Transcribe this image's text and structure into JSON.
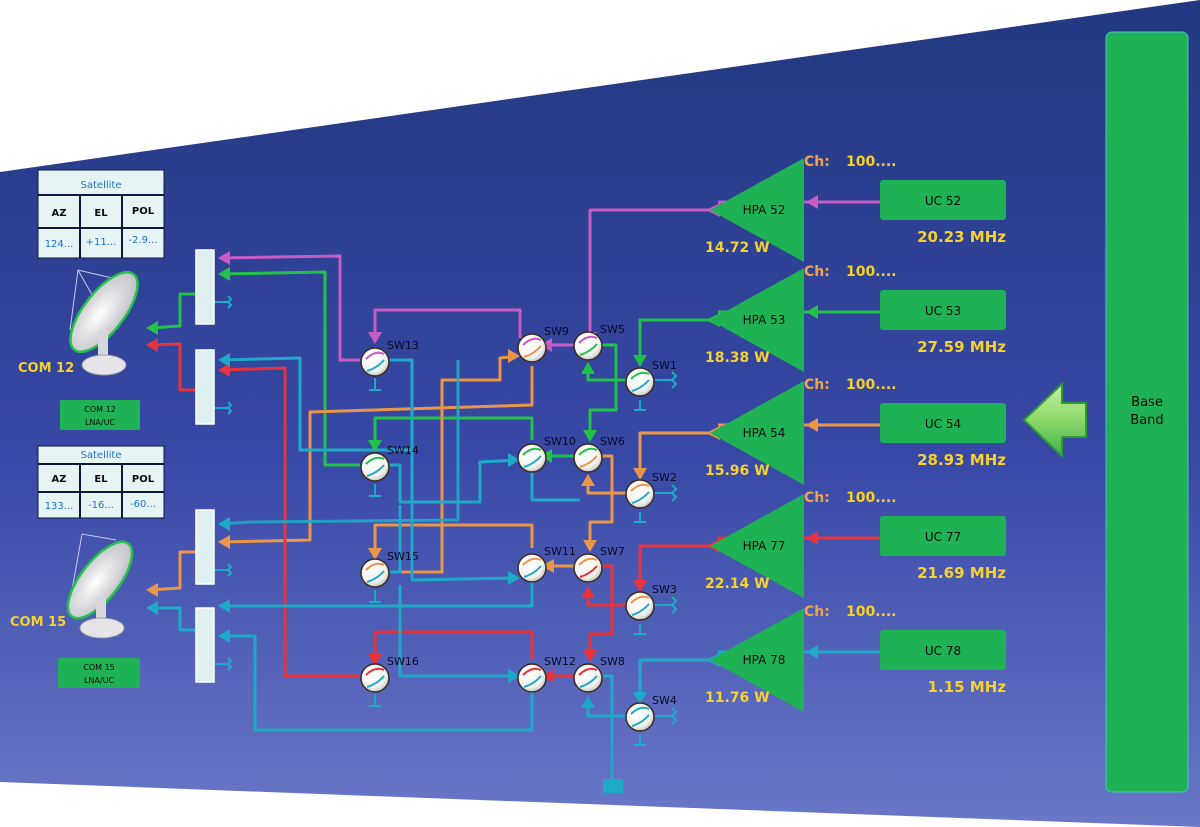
{
  "colors": {
    "panel_top": "#243a82",
    "panel_bottom": "#6470c2",
    "green": "#1fb254",
    "yellow": "#f5d22e",
    "orange_text": "#f5a340",
    "magenta": "#c65cc4",
    "line_green": "#22c24a",
    "line_orange": "#e9964a",
    "line_red": "#e8333b",
    "line_cyan": "#1eaac7"
  },
  "stations": [
    {
      "name": "COM 12",
      "table_title": "Satellite",
      "headers": [
        "AZ",
        "EL",
        "POL"
      ],
      "values": [
        "124...",
        "+11...",
        "-2.9..."
      ],
      "status_line1": "COM 12",
      "status_line2": "LNA/UC",
      "icon": "satellite-dish-icon"
    },
    {
      "name": "COM 15",
      "table_title": "Satellite",
      "headers": [
        "AZ",
        "EL",
        "POL"
      ],
      "values": [
        "133...",
        "-16...",
        "-60..."
      ],
      "status_line1": "COM 15",
      "status_line2": "LNA/UC",
      "icon": "satellite-dish-icon"
    }
  ],
  "switches": [
    "SW1",
    "SW2",
    "SW3",
    "SW4",
    "SW5",
    "SW6",
    "SW7",
    "SW8",
    "SW9",
    "SW10",
    "SW11",
    "SW12",
    "SW13",
    "SW14",
    "SW15",
    "SW16"
  ],
  "chains": [
    {
      "hpa": "HPA 52",
      "uc": "UC 52",
      "channel": "Ch:",
      "channel_value": "100....",
      "power": "14.72 W",
      "freq": "20.23 MHz",
      "color": "#c65cc4"
    },
    {
      "hpa": "HPA 53",
      "uc": "UC 53",
      "channel": "Ch:",
      "channel_value": "100....",
      "power": "18.38 W",
      "freq": "27.59 MHz",
      "color": "#22c24a"
    },
    {
      "hpa": "HPA 54",
      "uc": "UC 54",
      "channel": "Ch:",
      "channel_value": "100....",
      "power": "15.96 W",
      "freq": "28.93 MHz",
      "color": "#e9964a"
    },
    {
      "hpa": "HPA 77",
      "uc": "UC 77",
      "channel": "Ch:",
      "channel_value": "100....",
      "power": "22.14 W",
      "freq": "21.69 MHz",
      "color": "#e8333b"
    },
    {
      "hpa": "HPA 78",
      "uc": "UC 78",
      "channel": "Ch:",
      "channel_value": "100....",
      "power": "11.76 W",
      "freq": "1.15 MHz",
      "color": "#1eaac7"
    }
  ],
  "baseband": {
    "line1": "Base",
    "line2": "Band",
    "arrow_icon": "left-arrow-icon"
  }
}
